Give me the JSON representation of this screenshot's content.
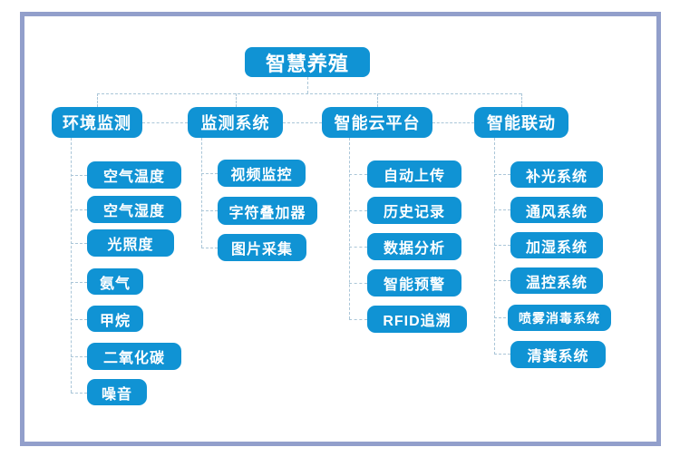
{
  "diagram": {
    "title": "智慧养殖",
    "branches": [
      {
        "label": "环境监测",
        "children": [
          "空气温度",
          "空气湿度",
          "光照度",
          "氨气",
          "甲烷",
          "二氧化碳",
          "噪音"
        ]
      },
      {
        "label": "监测系统",
        "children": [
          "视频监控",
          "字符叠加器",
          "图片采集"
        ]
      },
      {
        "label": "智能云平台",
        "children": [
          "自动上传",
          "历史记录",
          "数据分析",
          "智能预警",
          "RFID追溯"
        ]
      },
      {
        "label": "智能联动",
        "children": [
          "补光系统",
          "通风系统",
          "加湿系统",
          "温控系统",
          "喷雾消毒系统",
          "清粪系统"
        ]
      }
    ],
    "colors": {
      "node_fill": "#1093d4",
      "node_text": "#ffffff",
      "connector": "#aac6d8",
      "frame_border": "#929fcb"
    }
  }
}
